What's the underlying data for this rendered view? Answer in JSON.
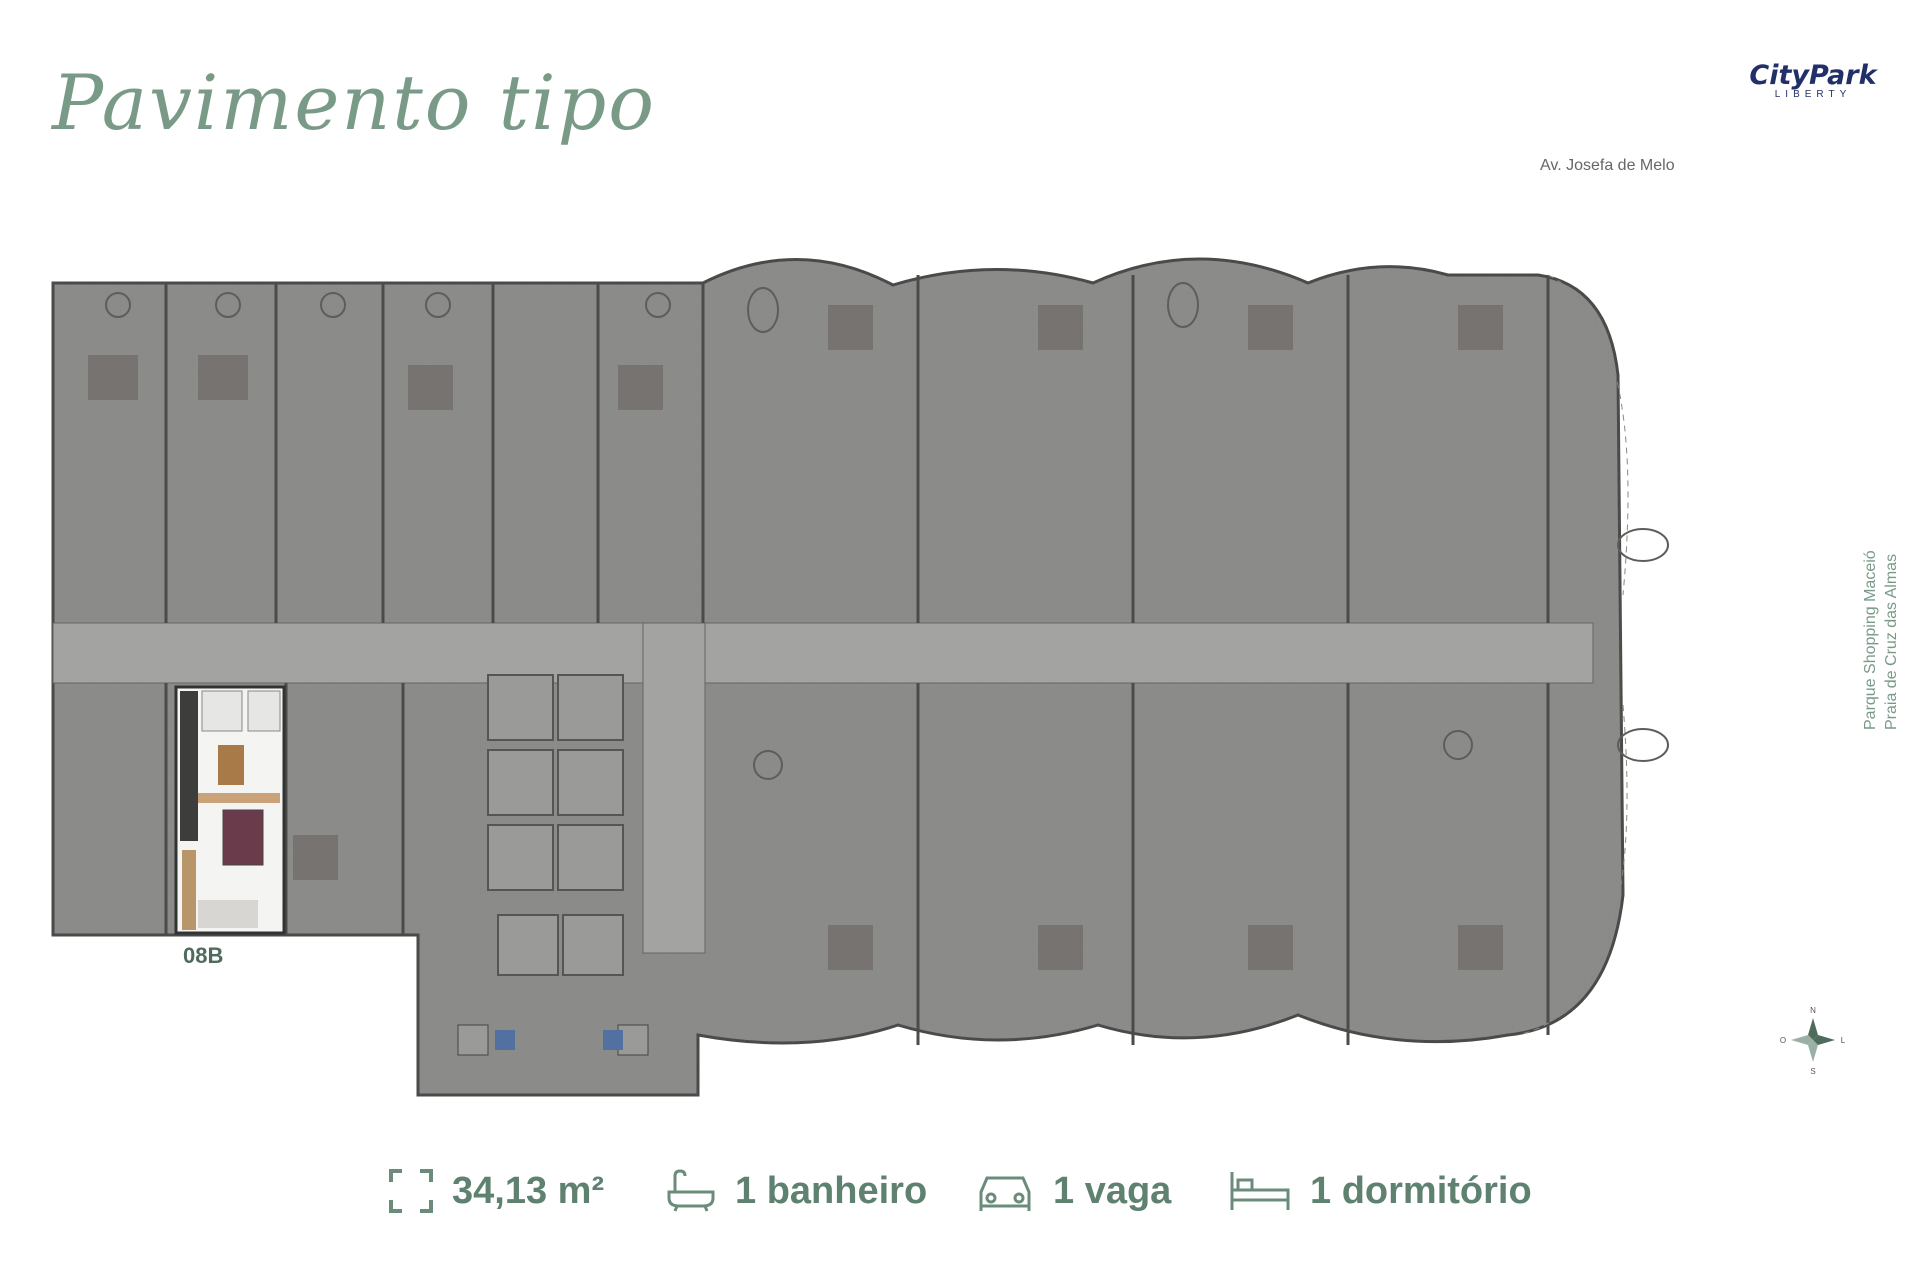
{
  "header": {
    "title": "Pavimento tipo",
    "logo_brand": "CityPark",
    "logo_sub": "LIBERTY",
    "street": "Av. Josefa de Melo"
  },
  "side_label": {
    "line1": "Parque Shopping Maceió",
    "line2": "Praia de Cruz das Almas"
  },
  "plan": {
    "highlighted_unit": "08B",
    "compass": {
      "n": "N",
      "s": "S",
      "o": "O",
      "l": "L"
    }
  },
  "stats": {
    "area": "34,13 m²",
    "bathrooms": "1 banheiro",
    "parking": "1 vaga",
    "bedrooms": "1 dormitório"
  },
  "icons": [
    "area-frame-icon",
    "bathtub-icon",
    "car-icon",
    "bed-icon",
    "compass-icon"
  ],
  "colors": {
    "accent": "#6b8c7a",
    "logo": "#22306a",
    "plan_fill": "#8a8a88"
  }
}
